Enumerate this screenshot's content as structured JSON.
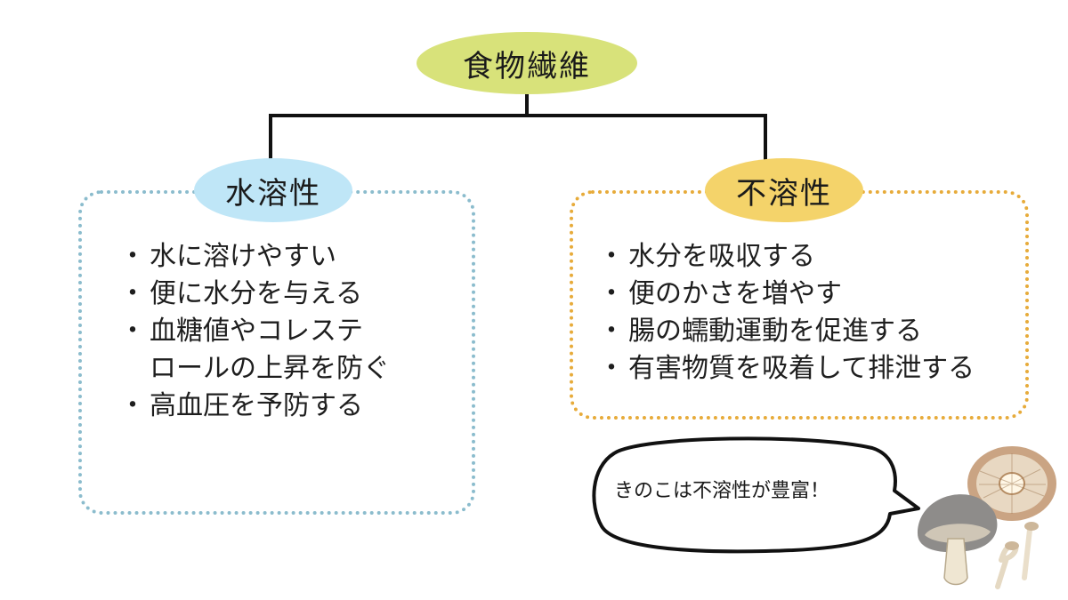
{
  "root": {
    "label": "食物繊維"
  },
  "soluble": {
    "label": "水溶性",
    "items": [
      {
        "text": "水に溶けやすい"
      },
      {
        "text": "便に水分を与える"
      },
      {
        "text": "血糖値やコレステ",
        "cont": "ロールの上昇を防ぐ"
      },
      {
        "text": "高血圧を予防する"
      }
    ]
  },
  "insoluble": {
    "label": "不溶性",
    "items": [
      {
        "text": "水分を吸収する"
      },
      {
        "text": "便のかさを増やす"
      },
      {
        "text": "腸の蠕動運動を促進する"
      },
      {
        "text": "有害物質を吸着して排泄する"
      }
    ]
  },
  "speech": {
    "text": "きのこは不溶性が豊富！"
  },
  "colors": {
    "root_fill": "#d8e27a",
    "soluble_fill": "#bfe6f7",
    "insoluble_fill": "#f4d36a",
    "soluble_border": "#8bbccd",
    "insoluble_border": "#e7ab3a"
  }
}
